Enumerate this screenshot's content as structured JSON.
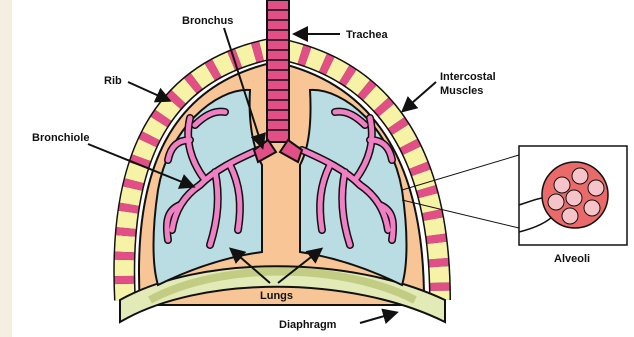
{
  "labels": {
    "bronchus": "Bronchus",
    "trachea": "Trachea",
    "rib": "Rib",
    "intercostal_line1": "Intercostal",
    "intercostal_line2": "Muscles",
    "bronchiole": "Bronchiole",
    "alveoli": "Alveoli",
    "lungs": "Lungs",
    "diaphragm": "Diaphragm"
  },
  "colors": {
    "background": "#f4efe0",
    "panel": "#ffffff",
    "chest_cavity": "#f7c596",
    "lung_fill": "#b9dde2",
    "airway_pink": "#f07fc3",
    "rib_yellow": "#f6f3a6",
    "muscle_pink": "#e24f86",
    "diaphragm": "#e2eab8",
    "alveoli_red": "#ea6a6a",
    "alveoli_pink": "#f6c4c8",
    "outline": "#111111"
  }
}
